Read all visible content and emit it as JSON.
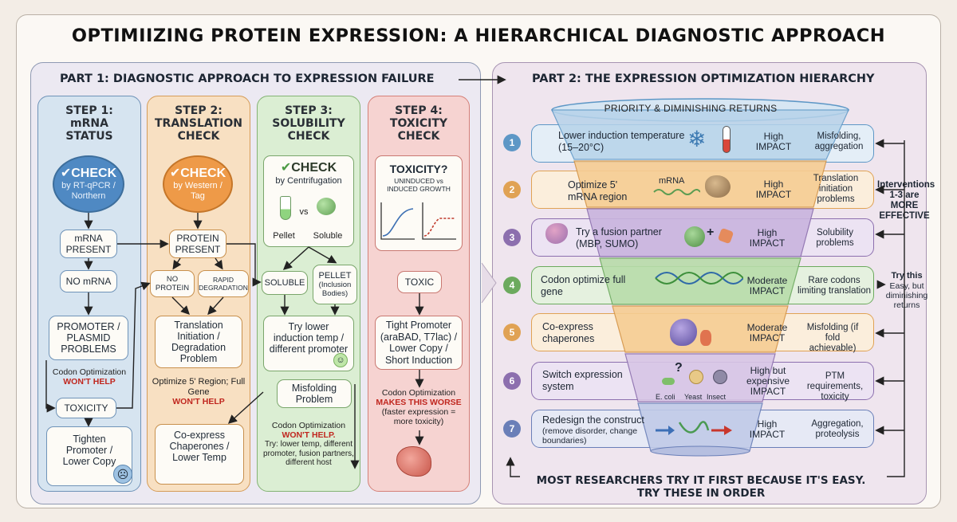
{
  "title": "OPTIMIIZING PROTEIN EXPRESSION: A HIERARCHICAL DIAGNOSTIC APPROACH",
  "part1": {
    "title": "PART 1: DIAGNOSTIC APPROACH TO EXPRESSION FAILURE",
    "step1": {
      "heading_l1": "STEP 1:",
      "heading_l2": "mRNA",
      "heading_l3": "STATUS",
      "check": "CHECK",
      "method": "by RT-qPCR / Northern",
      "present": "mRNA PRESENT",
      "none": "NO mRNA",
      "promoter": "PROMOTER / PLASMID PROBLEMS",
      "note1": "Codon Optimization",
      "note2": "WON'T HELP",
      "toxicity": "TOXICITY",
      "tighten": "Tighten Promoter / Lower Copy"
    },
    "step2": {
      "heading_l1": "STEP 2:",
      "heading_l2": "TRANSLATION",
      "heading_l3": "CHECK",
      "check": "CHECK",
      "method": "by Western / Tag",
      "present": "PROTEIN PRESENT",
      "noprot": "NO PROTEIN",
      "rapid": "RAPID DEGRADATION",
      "trans": "Translation Initiation / Degradation Problem",
      "note1": "Optimize 5' Region; Full Gene",
      "note2": "WON'T HELP",
      "coexp": "Co-express Chaperones / Lower Temp"
    },
    "step3": {
      "heading_l1": "STEP 3:",
      "heading_l2": "SOLUBILITY",
      "heading_l3": "CHECK",
      "check": "CHECK",
      "method": "by Centrifugation",
      "pellet": "Pellet",
      "vs": "vs",
      "soluble": "Soluble",
      "sol_box": "SOLUBLE",
      "pellet_box": "PELLET",
      "inclusion": "(Inclusion Bodies)",
      "try": "Try lower induction temp / different promoter",
      "misfold": "Misfolding Problem",
      "note1": "Codon Optimization",
      "note2": "WON'T HELP.",
      "note3": "Try: lower temp, different promoter, fusion partners, different host"
    },
    "step4": {
      "heading_l1": "STEP 4:",
      "heading_l2": "TOXICITY",
      "heading_l3": "CHECK",
      "q": "TOXICITY?",
      "sub": "UNINDUCED vs INDUCED GROWTH",
      "toxic": "TOXIC",
      "tight": "Tight Promoter (araBAD, T7lac) / Lower Copy / Short Induction",
      "note1": "Codon Optimization",
      "note2": "MAKES THIS WORSE",
      "note3": "(faster expression = more toxicity)"
    }
  },
  "part2": {
    "title": "PART 2: THE EXPRESSION OPTIMIZATION HIERARCHY",
    "funnel_top": "PRIORITY & DIMINISHING RETURNS",
    "rows": [
      {
        "n": "1",
        "text": "Lower induction temperature (15–20°C)",
        "impact": "High IMPACT",
        "problem": "Misfolding, aggregation",
        "color": "#5d97c6"
      },
      {
        "n": "2",
        "text": "Optimize 5' mRNA region",
        "impact": "High IMPACT",
        "problem": "Translation initiation problems",
        "extra": "mRNA",
        "color": "#e0a254"
      },
      {
        "n": "3",
        "text": "Try a fusion partner (MBP, SUMO)",
        "impact": "High IMPACT",
        "problem": "Solubility problems",
        "color": "#8c6fae"
      },
      {
        "n": "4",
        "text": "Codon optimize full gene",
        "impact": "Moderate IMPACT",
        "problem": "Rare codons limiting translation",
        "color": "#6caa5e"
      },
      {
        "n": "5",
        "text": "Co-express chaperones",
        "impact": "Moderate IMPACT",
        "problem": "Misfolding (if fold achievable)",
        "color": "#e0a254"
      },
      {
        "n": "6",
        "text": "Switch expression system",
        "impact": "High but expensive IMPACT",
        "problem": "PTM requirements, toxicity",
        "color": "#8c6fae"
      },
      {
        "n": "7",
        "text": "Redesign the construct",
        "sub": "(remove disorder, change boundaries)",
        "impact": "High IMPACT",
        "problem": "Aggregation, proteolysis",
        "color": "#6a7fb8"
      }
    ],
    "hosts": [
      "E. coli",
      "Yeast",
      "Insect"
    ],
    "side1": "Interventions 1-3 are MORE EFFECTIVE",
    "side2_a": "Try this",
    "side2_b": "Easy, but diminishing returns",
    "bottom1": "MOST RESEARCHERS TRY IT FIRST BECAUSE IT'S EASY.",
    "bottom2": "TRY THESE IN ORDER"
  }
}
